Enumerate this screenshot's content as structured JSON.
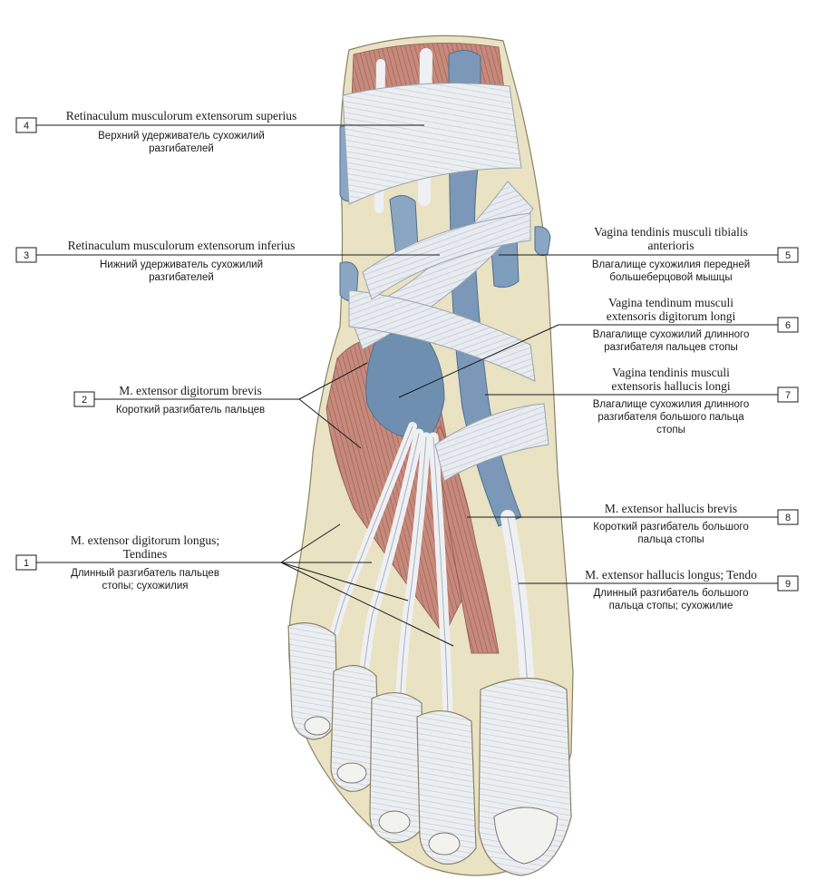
{
  "labels": [
    {
      "number": "1",
      "latin": [
        "M. extensor digitorum longus;",
        "Tendines"
      ],
      "russian": [
        "Длинный разгибатель пальцев",
        "стопы; сухожилия"
      ]
    },
    {
      "number": "2",
      "latin": [
        "M. extensor digitorum brevis"
      ],
      "russian": [
        "Короткий разгибатель пальцев"
      ]
    },
    {
      "number": "3",
      "latin": [
        "Retinaculum musculorum extensorum inferius"
      ],
      "russian": [
        "Нижний удерживатель сухожилий",
        "разгибателей"
      ]
    },
    {
      "number": "4",
      "latin": [
        "Retinaculum musculorum extensorum superius"
      ],
      "russian": [
        "Верхний удерживатель сухожилий",
        "разгибателей"
      ]
    },
    {
      "number": "5",
      "latin": [
        "Vagina tendinis musculi tibialis",
        "anterioris"
      ],
      "russian": [
        "Влагалище сухожилия передней",
        "большеберцовой мышцы"
      ]
    },
    {
      "number": "6",
      "latin": [
        "Vagina tendinum musculi",
        "extensoris digitorum longi"
      ],
      "russian": [
        "Влагалище сухожилий длинного",
        "разгибателя пальцев стопы"
      ]
    },
    {
      "number": "7",
      "latin": [
        "Vagina tendinis musculi",
        "extensoris hallucis longi"
      ],
      "russian": [
        "Влагалище сухожилия длинного",
        "разгибателя большого пальца",
        "стопы"
      ]
    },
    {
      "number": "8",
      "latin": [
        "M. extensor hallucis brevis"
      ],
      "russian": [
        "Короткий разгибатель большого",
        "пальца стопы"
      ]
    },
    {
      "number": "9",
      "latin": [
        "M. extensor hallucis longus; Tendo"
      ],
      "russian": [
        "Длинный разгибатель большого",
        "пальца стопы; сухожилие"
      ]
    }
  ],
  "colors": {
    "skin": "#ece6c9",
    "muscle": "#c4877a",
    "muscle_dark": "#a9685e",
    "tendon": "#e9ecf0",
    "tendon_line": "#b9c0c9",
    "sheath": "#6f8fb0",
    "sheath_light": "#9bb3cc",
    "nail": "#f1f1ef",
    "leader": "#1a1a1a"
  }
}
